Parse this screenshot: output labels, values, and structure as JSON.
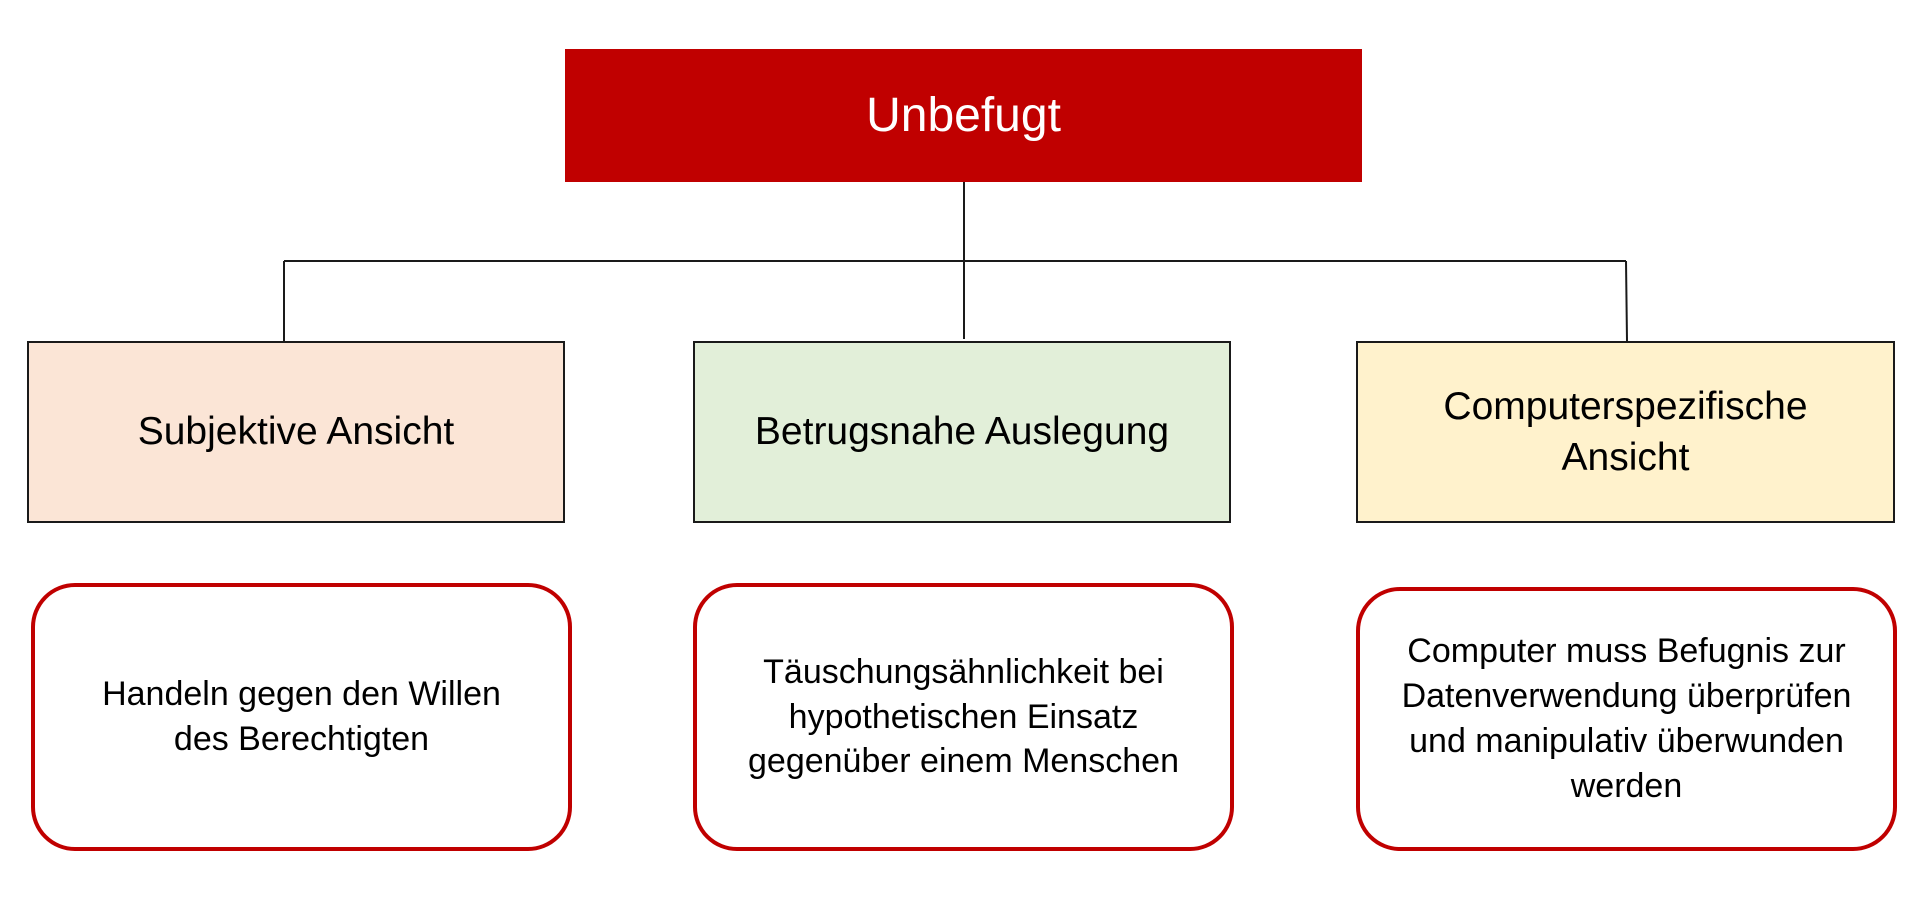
{
  "diagram": {
    "root": {
      "label": "Unbefugt",
      "color": "#c00000"
    },
    "categories": [
      {
        "label": "Subjektive Ansicht",
        "color": "#fbe5d6"
      },
      {
        "label": "Betrugsnahe Auslegung",
        "color": "#e2efd9"
      },
      {
        "label": "Computerspezifische Ansicht",
        "color": "#fff2cc"
      }
    ],
    "descriptions": [
      {
        "text": "Handeln gegen den Willen des Berechtigten"
      },
      {
        "text": "Täuschungsähnlichkeit bei hypothetischen Einsatz gegenüber einem Menschen"
      },
      {
        "text": "Computer muss Befugnis zur Datenverwendung überprüfen und manipulativ überwunden werden"
      }
    ],
    "outline_color": "#c00000"
  }
}
